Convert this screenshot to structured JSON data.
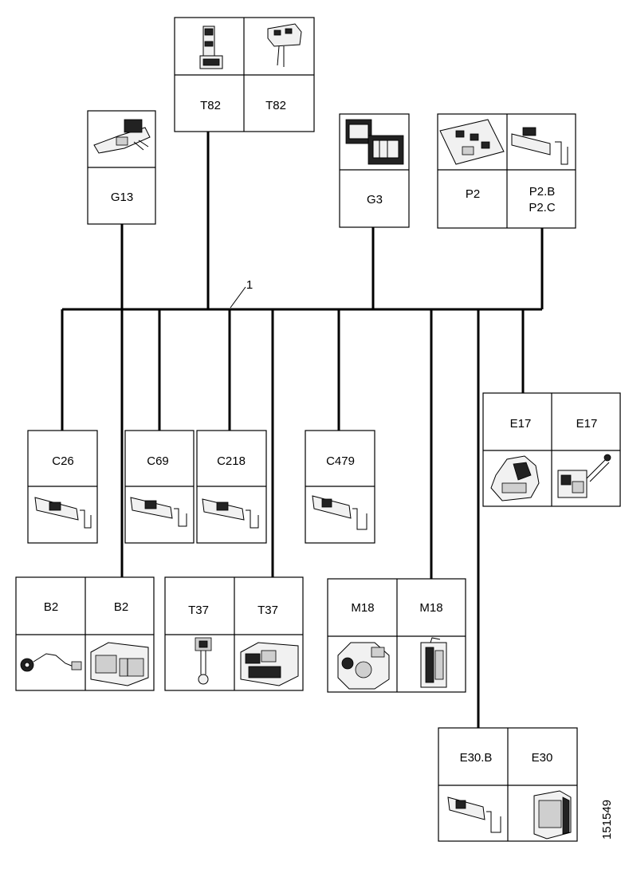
{
  "diagram": {
    "harness_label": "1",
    "ref_code": "151549",
    "connectors": {
      "t82": [
        "T82",
        "T82"
      ],
      "g13": [
        "G13"
      ],
      "g3": [
        "G3"
      ],
      "p2": [
        "P2",
        "P2.B",
        "P2.C"
      ],
      "c26": [
        "C26"
      ],
      "c69": [
        "C69"
      ],
      "c218": [
        "C218"
      ],
      "c479": [
        "C479"
      ],
      "e17": [
        "E17",
        "E17"
      ],
      "b2": [
        "B2",
        "B2"
      ],
      "t37": [
        "T37",
        "T37"
      ],
      "m18": [
        "M18",
        "M18"
      ],
      "e30": [
        "E30.B",
        "E30"
      ]
    }
  }
}
